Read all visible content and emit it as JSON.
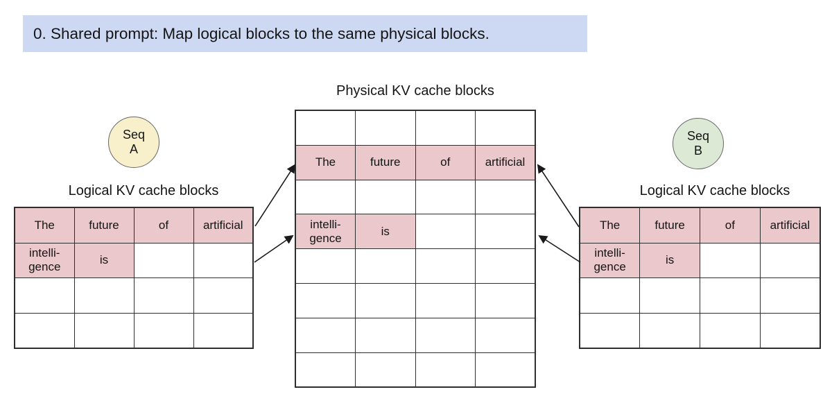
{
  "banner": {
    "text": "0. Shared prompt: Map logical blocks to the same physical blocks."
  },
  "colors": {
    "banner_bg": "#cdd9f3",
    "pink": "#ebc8cc",
    "seq_a_fill": "#f8f0cb",
    "seq_b_fill": "#dcead5",
    "border": "#2e2e2e",
    "arrow": "#1a1a1a"
  },
  "seq_a": {
    "line1": "Seq",
    "line2": "A"
  },
  "seq_b": {
    "line1": "Seq",
    "line2": "B"
  },
  "physical": {
    "title": "Physical KV cache blocks",
    "rows": [
      {
        "cells": [
          {
            "text": "",
            "filled": false
          },
          {
            "text": "",
            "filled": false
          },
          {
            "text": "",
            "filled": false
          },
          {
            "text": "",
            "filled": false
          }
        ]
      },
      {
        "cells": [
          {
            "text": "The",
            "filled": true
          },
          {
            "text": "future",
            "filled": true
          },
          {
            "text": "of",
            "filled": true
          },
          {
            "text": "artificial",
            "filled": true
          }
        ]
      },
      {
        "cells": [
          {
            "text": "",
            "filled": false
          },
          {
            "text": "",
            "filled": false
          },
          {
            "text": "",
            "filled": false
          },
          {
            "text": "",
            "filled": false
          }
        ]
      },
      {
        "cells": [
          {
            "text": "intelli-\ngence",
            "filled": true
          },
          {
            "text": "is",
            "filled": true
          },
          {
            "text": "",
            "filled": false
          },
          {
            "text": "",
            "filled": false
          }
        ]
      },
      {
        "cells": [
          {
            "text": "",
            "filled": false
          },
          {
            "text": "",
            "filled": false
          },
          {
            "text": "",
            "filled": false
          },
          {
            "text": "",
            "filled": false
          }
        ]
      },
      {
        "cells": [
          {
            "text": "",
            "filled": false
          },
          {
            "text": "",
            "filled": false
          },
          {
            "text": "",
            "filled": false
          },
          {
            "text": "",
            "filled": false
          }
        ]
      },
      {
        "cells": [
          {
            "text": "",
            "filled": false
          },
          {
            "text": "",
            "filled": false
          },
          {
            "text": "",
            "filled": false
          },
          {
            "text": "",
            "filled": false
          }
        ]
      },
      {
        "cells": [
          {
            "text": "",
            "filled": false
          },
          {
            "text": "",
            "filled": false
          },
          {
            "text": "",
            "filled": false
          },
          {
            "text": "",
            "filled": false
          }
        ]
      }
    ]
  },
  "left": {
    "title": "Logical KV cache blocks",
    "rows": [
      {
        "cells": [
          {
            "text": "The",
            "filled": true
          },
          {
            "text": "future",
            "filled": true
          },
          {
            "text": "of",
            "filled": true
          },
          {
            "text": "artificial",
            "filled": true
          }
        ]
      },
      {
        "cells": [
          {
            "text": "intelli-\ngence",
            "filled": true
          },
          {
            "text": "is",
            "filled": true
          },
          {
            "text": "",
            "filled": false
          },
          {
            "text": "",
            "filled": false
          }
        ]
      },
      {
        "cells": [
          {
            "text": "",
            "filled": false
          },
          {
            "text": "",
            "filled": false
          },
          {
            "text": "",
            "filled": false
          },
          {
            "text": "",
            "filled": false
          }
        ]
      },
      {
        "cells": [
          {
            "text": "",
            "filled": false
          },
          {
            "text": "",
            "filled": false
          },
          {
            "text": "",
            "filled": false
          },
          {
            "text": "",
            "filled": false
          }
        ]
      }
    ]
  },
  "right": {
    "title": "Logical KV cache blocks",
    "rows": [
      {
        "cells": [
          {
            "text": "The",
            "filled": true
          },
          {
            "text": "future",
            "filled": true
          },
          {
            "text": "of",
            "filled": true
          },
          {
            "text": "artificial",
            "filled": true
          }
        ]
      },
      {
        "cells": [
          {
            "text": "intelli-\ngence",
            "filled": true
          },
          {
            "text": "is",
            "filled": true
          },
          {
            "text": "",
            "filled": false
          },
          {
            "text": "",
            "filled": false
          }
        ]
      },
      {
        "cells": [
          {
            "text": "",
            "filled": false
          },
          {
            "text": "",
            "filled": false
          },
          {
            "text": "",
            "filled": false
          },
          {
            "text": "",
            "filled": false
          }
        ]
      },
      {
        "cells": [
          {
            "text": "",
            "filled": false
          },
          {
            "text": "",
            "filled": false
          },
          {
            "text": "",
            "filled": false
          },
          {
            "text": "",
            "filled": false
          }
        ]
      }
    ]
  }
}
